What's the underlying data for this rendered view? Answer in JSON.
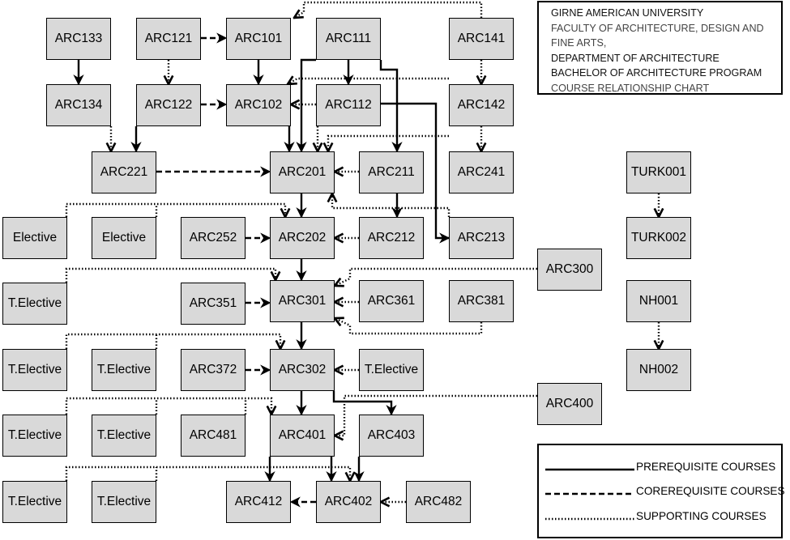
{
  "header": {
    "lines": [
      "GIRNE AMERICAN UNIVERSITY",
      "FACULTY OF ARCHITECTURE, DESIGN AND",
      "FINE ARTS,",
      "DEPARTMENT OF ARCHITECTURE",
      "BACHELOR OF ARCHITECTURE PROGRAM",
      "COURSE RELATIONSHIP CHART"
    ]
  },
  "legend": {
    "prerequisite": "PREREQUISITE COURSES",
    "corequisite": "COREREQUISITE COURSES",
    "supporting": "SUPPORTING COURSES"
  },
  "courses": [
    {
      "id": "arc133",
      "label": "ARC133"
    },
    {
      "id": "arc121",
      "label": "ARC121"
    },
    {
      "id": "arc101",
      "label": "ARC101"
    },
    {
      "id": "arc111",
      "label": "ARC111"
    },
    {
      "id": "arc141",
      "label": "ARC141"
    },
    {
      "id": "arc134",
      "label": "ARC134"
    },
    {
      "id": "arc122",
      "label": "ARC122"
    },
    {
      "id": "arc102",
      "label": "ARC102"
    },
    {
      "id": "arc112",
      "label": "ARC112"
    },
    {
      "id": "arc142",
      "label": "ARC142"
    },
    {
      "id": "arc221",
      "label": "ARC221"
    },
    {
      "id": "arc201",
      "label": "ARC201"
    },
    {
      "id": "arc211",
      "label": "ARC211"
    },
    {
      "id": "arc241",
      "label": "ARC241"
    },
    {
      "id": "turk001",
      "label": "TURK001"
    },
    {
      "id": "elective1",
      "label": "Elective"
    },
    {
      "id": "elective2",
      "label": "Elective"
    },
    {
      "id": "arc252",
      "label": "ARC252"
    },
    {
      "id": "arc202",
      "label": "ARC202"
    },
    {
      "id": "arc212",
      "label": "ARC212"
    },
    {
      "id": "arc213",
      "label": "ARC213"
    },
    {
      "id": "turk002",
      "label": "TURK002"
    },
    {
      "id": "arc300",
      "label": "ARC300"
    },
    {
      "id": "telective3a",
      "label": "T.Elective"
    },
    {
      "id": "arc351",
      "label": "ARC351"
    },
    {
      "id": "arc301",
      "label": "ARC301"
    },
    {
      "id": "arc361",
      "label": "ARC361"
    },
    {
      "id": "arc381",
      "label": "ARC381"
    },
    {
      "id": "nh001",
      "label": "NH001"
    },
    {
      "id": "telective4a",
      "label": "T.Elective"
    },
    {
      "id": "telective4b",
      "label": "T.Elective"
    },
    {
      "id": "arc372",
      "label": "ARC372"
    },
    {
      "id": "arc302",
      "label": "ARC302"
    },
    {
      "id": "telective4c",
      "label": "T.Elective"
    },
    {
      "id": "nh002",
      "label": "NH002"
    },
    {
      "id": "arc400",
      "label": "ARC400"
    },
    {
      "id": "telective5a",
      "label": "T.Elective"
    },
    {
      "id": "telective5b",
      "label": "T.Elective"
    },
    {
      "id": "arc481",
      "label": "ARC481"
    },
    {
      "id": "arc401",
      "label": "ARC401"
    },
    {
      "id": "arc403",
      "label": "ARC403"
    },
    {
      "id": "telective6a",
      "label": "T.Elective"
    },
    {
      "id": "telective6b",
      "label": "T.Elective"
    },
    {
      "id": "arc412",
      "label": "ARC412"
    },
    {
      "id": "arc402",
      "label": "ARC402"
    },
    {
      "id": "arc482",
      "label": "ARC482"
    }
  ],
  "relationships": [
    {
      "from": "arc133",
      "to": "arc134",
      "type": "prerequisite"
    },
    {
      "from": "arc101",
      "to": "arc102",
      "type": "prerequisite"
    },
    {
      "from": "arc111",
      "to": "arc112",
      "type": "prerequisite"
    },
    {
      "from": "arc111",
      "to": "arc201",
      "type": "prerequisite"
    },
    {
      "from": "arc111",
      "to": "arc211",
      "type": "prerequisite"
    },
    {
      "from": "arc112",
      "to": "arc213",
      "type": "prerequisite"
    },
    {
      "from": "arc122",
      "to": "arc221",
      "type": "prerequisite"
    },
    {
      "from": "arc102",
      "to": "arc201",
      "type": "prerequisite"
    },
    {
      "from": "arc201",
      "to": "arc202",
      "type": "prerequisite"
    },
    {
      "from": "arc211",
      "to": "arc212",
      "type": "prerequisite"
    },
    {
      "from": "arc202",
      "to": "arc301",
      "type": "prerequisite"
    },
    {
      "from": "arc301",
      "to": "arc302",
      "type": "prerequisite"
    },
    {
      "from": "arc302",
      "to": "arc401",
      "type": "prerequisite"
    },
    {
      "from": "arc302",
      "to": "arc403",
      "type": "prerequisite"
    },
    {
      "from": "arc401",
      "to": "arc412",
      "type": "prerequisite"
    },
    {
      "from": "arc401",
      "to": "arc402",
      "type": "prerequisite"
    },
    {
      "from": "arc403",
      "to": "arc402",
      "type": "prerequisite"
    },
    {
      "from": "arc121",
      "to": "arc101",
      "type": "corequisite"
    },
    {
      "from": "arc122",
      "to": "arc102",
      "type": "corequisite"
    },
    {
      "from": "arc221",
      "to": "arc201",
      "type": "corequisite"
    },
    {
      "from": "arc252",
      "to": "arc202",
      "type": "corequisite"
    },
    {
      "from": "arc351",
      "to": "arc301",
      "type": "corequisite"
    },
    {
      "from": "arc372",
      "to": "arc302",
      "type": "corequisite"
    },
    {
      "from": "arc402",
      "to": "arc412",
      "type": "corequisite"
    },
    {
      "from": "arc141",
      "to": "arc101",
      "type": "supporting"
    },
    {
      "from": "arc121",
      "to": "arc122",
      "type": "supporting"
    },
    {
      "from": "arc141",
      "to": "arc142",
      "type": "supporting"
    },
    {
      "from": "arc141",
      "to": "arc102",
      "type": "supporting"
    },
    {
      "from": "arc112",
      "to": "arc102",
      "type": "supporting"
    },
    {
      "from": "arc134",
      "to": "arc221",
      "type": "supporting"
    },
    {
      "from": "arc142",
      "to": "arc241",
      "type": "supporting"
    },
    {
      "from": "arc112",
      "to": "arc201",
      "type": "supporting"
    },
    {
      "from": "arc241",
      "to": "arc201",
      "type": "supporting"
    },
    {
      "from": "arc211",
      "to": "arc201",
      "type": "supporting"
    },
    {
      "from": "arc213",
      "to": "arc201",
      "type": "supporting"
    },
    {
      "from": "elective1",
      "to": "arc202",
      "type": "supporting"
    },
    {
      "from": "elective2",
      "to": "arc202",
      "type": "supporting"
    },
    {
      "from": "arc212",
      "to": "arc202",
      "type": "supporting"
    },
    {
      "from": "turk001",
      "to": "turk002",
      "type": "supporting"
    },
    {
      "from": "telective3a",
      "to": "arc301",
      "type": "supporting"
    },
    {
      "from": "arc300",
      "to": "arc301",
      "type": "supporting"
    },
    {
      "from": "arc361",
      "to": "arc301",
      "type": "supporting"
    },
    {
      "from": "arc381",
      "to": "arc301",
      "type": "supporting"
    },
    {
      "from": "nh001",
      "to": "nh002",
      "type": "supporting"
    },
    {
      "from": "telective4a",
      "to": "arc302",
      "type": "supporting"
    },
    {
      "from": "telective4b",
      "to": "arc302",
      "type": "supporting"
    },
    {
      "from": "telective4c",
      "to": "arc302",
      "type": "supporting"
    },
    {
      "from": "telective5a",
      "to": "arc401",
      "type": "supporting"
    },
    {
      "from": "telective5b",
      "to": "arc401",
      "type": "supporting"
    },
    {
      "from": "arc481",
      "to": "arc401",
      "type": "supporting"
    },
    {
      "from": "arc400",
      "to": "arc401",
      "type": "supporting"
    },
    {
      "from": "telective6a",
      "to": "arc402",
      "type": "supporting"
    },
    {
      "from": "telective6b",
      "to": "arc402",
      "type": "supporting"
    },
    {
      "from": "arc482",
      "to": "arc402",
      "type": "supporting"
    }
  ]
}
